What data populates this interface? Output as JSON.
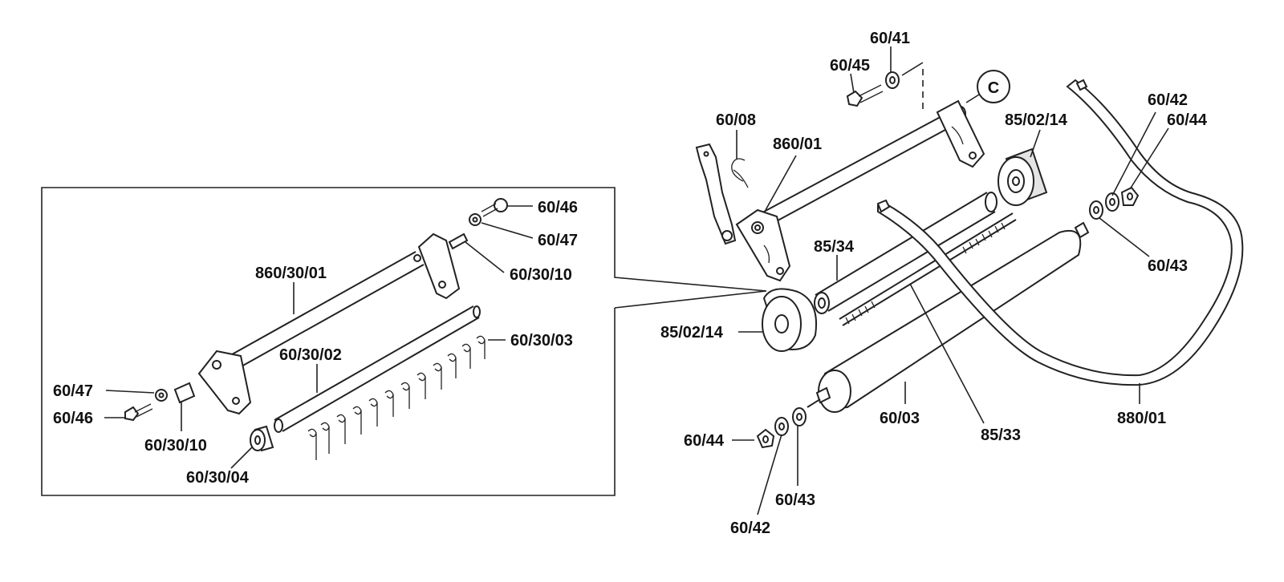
{
  "colors": {
    "ink": "#222222",
    "paper": "#ffffff",
    "shade": "#e4e4e4"
  },
  "labels": {
    "c_marker": "C",
    "l_60_41": "60/41",
    "l_60_45": "60/45",
    "l_60_08": "60/08",
    "l_860_01": "860/01",
    "l_85_02_14_top": "85/02/14",
    "l_60_42_top": "60/42",
    "l_60_44_top": "60/44",
    "l_60_43_top": "60/43",
    "l_85_34": "85/34",
    "l_85_02_14_left": "85/02/14",
    "l_60_03": "60/03",
    "l_85_33": "85/33",
    "l_880_01": "880/01",
    "l_60_44_bottom": "60/44",
    "l_60_43_bottom": "60/43",
    "l_60_42_bottom": "60/42",
    "d_60_46_top": "60/46",
    "d_60_47_top": "60/47",
    "d_60_30_10_top": "60/30/10",
    "d_860_30_01": "860/30/01",
    "d_60_30_02": "60/30/02",
    "d_60_30_03": "60/30/03",
    "d_60_47_left": "60/47",
    "d_60_46_left": "60/46",
    "d_60_30_10_bottom": "60/30/10",
    "d_60_30_04": "60/30/04"
  }
}
